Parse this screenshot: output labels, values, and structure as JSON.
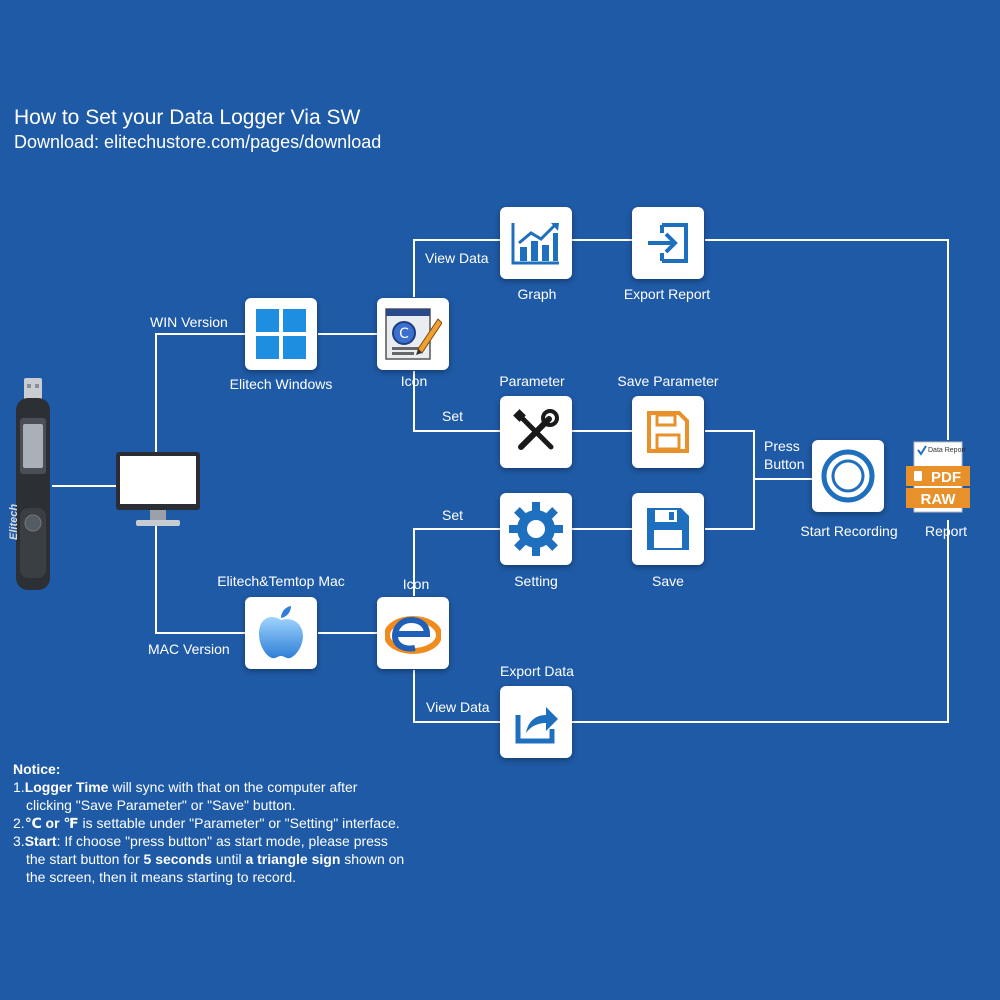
{
  "header": {
    "title": "How to Set your Data Logger Via SW",
    "subtitle": "Download: elitechustore.com/pages/download"
  },
  "device": {
    "brand": "Elitech"
  },
  "branches": {
    "win_label": "WIN Version",
    "mac_label": "MAC Version"
  },
  "nodes": {
    "elitech_windows": "Elitech Windows",
    "win_icon": "Icon",
    "graph": "Graph",
    "export_report": "Export Report",
    "parameter": "Parameter",
    "save_parameter": "Save Parameter",
    "mac_app": "Elitech&Temtop Mac",
    "mac_icon": "Icon",
    "setting": "Setting",
    "save": "Save",
    "export_data": "Export Data",
    "start_recording": "Start Recording",
    "report": "Report"
  },
  "edges": {
    "view_data_top": "View Data",
    "set_top": "Set",
    "set_bottom": "Set",
    "view_data_bottom": "View Data",
    "press_button_1": "Press",
    "press_button_2": "Button"
  },
  "report_icon": {
    "top_text": "Data Report",
    "pdf": "PDF",
    "raw": "RAW"
  },
  "notice": {
    "title": "Notice:",
    "item1": {
      "num": "1.",
      "bold": "Logger Time",
      "text": " will sync with that on the computer after",
      "cont": "clicking \"Save Parameter\" or \"Save\" button."
    },
    "item2": {
      "num": "2.",
      "bold": "℃ or ℉",
      "text": " is settable under \"Parameter\" or \"Setting\" interface."
    },
    "item3": {
      "num": "3.",
      "bold": "Start",
      "text": ": If choose \"press button\" as start mode, please press",
      "cont_a": "the start button for ",
      "cont_b": "5 seconds",
      "cont_c": " until ",
      "cont_d": "a triangle sign",
      "cont_e": " shown on",
      "cont_f": "the screen, then it means starting to record."
    }
  },
  "colors": {
    "background": "#1f5aa6",
    "icon_blue": "#1f6fbf",
    "windows_blue": "#1e8fe0",
    "report_orange": "#e8912a",
    "line": "#ffffff"
  }
}
